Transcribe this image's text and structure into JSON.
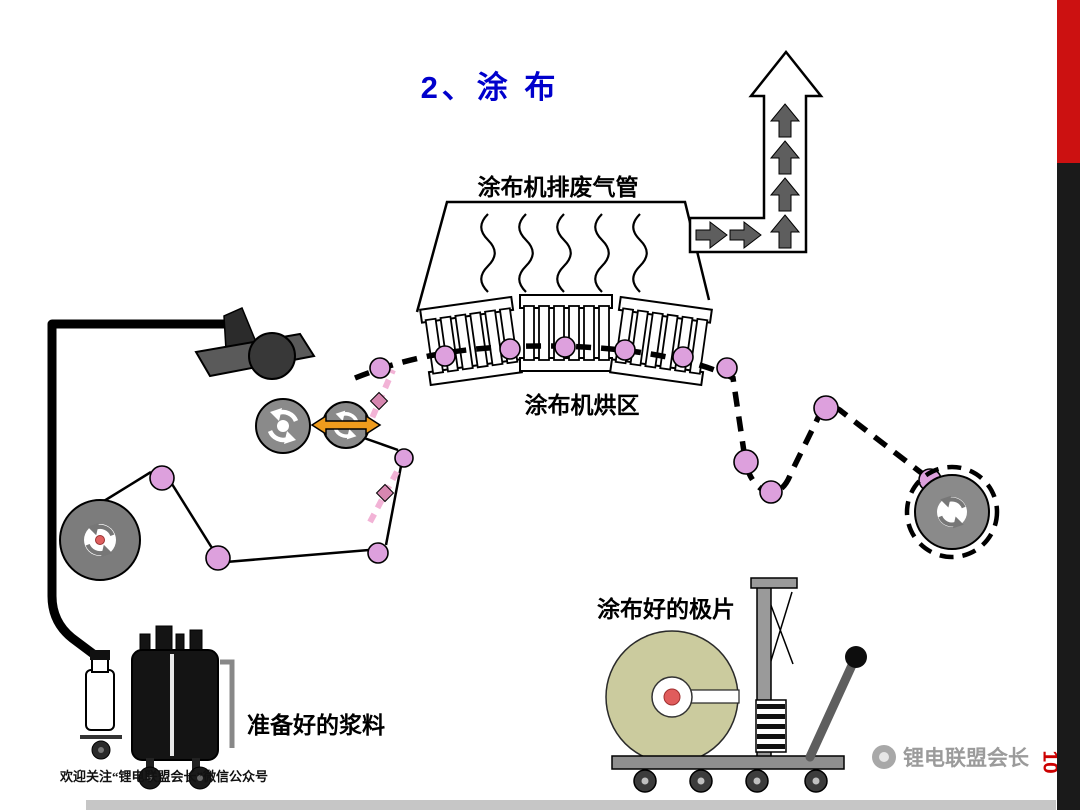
{
  "slide": {
    "title": "2、涂 布",
    "page_number": "10",
    "footer": "欢迎关注“锂电联盟会长”微信公众号",
    "watermark": "锂电联盟会长"
  },
  "diagram": {
    "labels": {
      "exhaust_pipe": "涂布机排废气管",
      "oven_zone": "涂布机烘区",
      "coated_electrode": "涂布好的极片",
      "prepared_slurry": "准备好的浆料"
    }
  },
  "colors": {
    "title_blue": "#0000CC",
    "accent_red": "#CC1111",
    "side_bar_dark": "#1A1A1A",
    "roller_pink": "#DDA0DD",
    "machine_gray": "#8A8A8A",
    "coated_roll_khaki": "#CBCB9E",
    "gap_arrow_orange": "#EF9B1D",
    "page_number_red": "#CC0000"
  }
}
